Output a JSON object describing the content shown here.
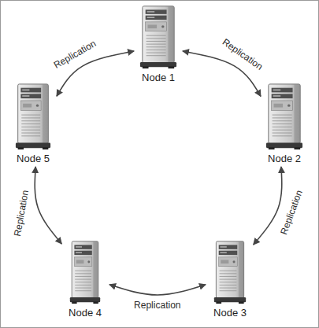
{
  "diagram": {
    "nodes": [
      {
        "text": [
          "Node 1"
        ]
      },
      {
        "text": [
          "Node 5"
        ]
      },
      {
        "text": [
          "Node 2"
        ]
      },
      {
        "text": [
          "Node 4"
        ]
      },
      {
        "text": [
          "Node 3"
        ]
      }
    ],
    "edges": [
      {
        "from": 0,
        "to": 2,
        "label": "Replication",
        "arrow": "both"
      },
      {
        "from": 2,
        "to": 4,
        "label": "Replication",
        "arrow": "both"
      },
      {
        "from": 4,
        "to": 3,
        "label": "Replication",
        "arrow": "both"
      },
      {
        "from": 3,
        "to": 1,
        "label": "Replication",
        "arrow": "both"
      },
      {
        "from": 1,
        "to": 0,
        "label": "Replication",
        "arrow": "both"
      }
    ]
  }
}
